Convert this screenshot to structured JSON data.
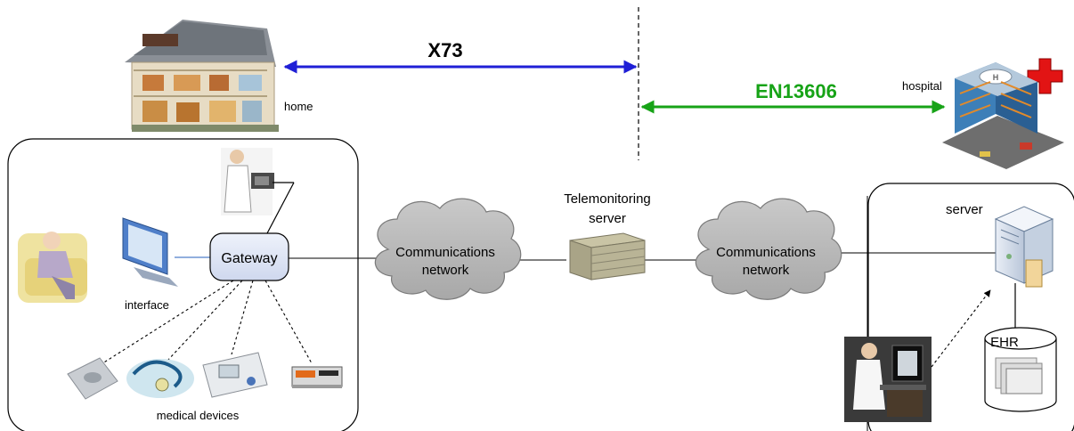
{
  "standards": {
    "left": "X73",
    "right": "EN13606",
    "left_color": "#1f1fd6",
    "right_color": "#17a317",
    "left_text_color": "#1a2a8a"
  },
  "places": {
    "home": "home",
    "hospital": "hospital"
  },
  "home_side": {
    "gateway": "Gateway",
    "interface": "interface",
    "medical_devices": "medical devices"
  },
  "network": {
    "cloud_left": [
      "Communications",
      "network"
    ],
    "cloud_right": [
      "Communications",
      "network"
    ],
    "telemonitoring_server": [
      "Telemonitoring",
      "server"
    ]
  },
  "hospital_side": {
    "server": "server",
    "ehr": "EHR"
  },
  "icons": {
    "house": "house-illustration-icon",
    "hospital": "hospital-building-icon",
    "red_cross": "red-cross-icon",
    "doctor": "doctor-icon",
    "patient": "elderly-patient-icon",
    "monitor": "monitor-icon",
    "scale": "scale-icon",
    "stethoscope": "stethoscope-icon",
    "bp_monitor": "blood-pressure-monitor-icon",
    "ecg_device": "ecg-device-icon",
    "server_tower": "server-tower-icon",
    "database": "ehr-database-icon",
    "clinician": "clinician-workstation-icon"
  }
}
